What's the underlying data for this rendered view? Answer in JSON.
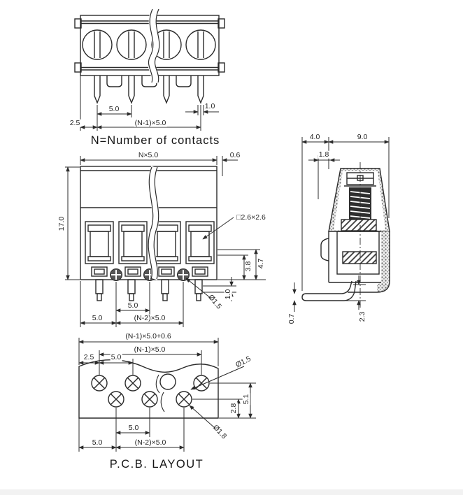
{
  "page": {
    "background": "#ffffff",
    "line_color": "#2b2b2b",
    "footer_bar_color": "#f2f2f2"
  },
  "top_view": {
    "caption": "N=Number of contacts",
    "dim_pin_pitch": "5.0",
    "dim_edge_to_first_pin": "2.5",
    "dim_pin_span": "(N-1)×5.0",
    "dim_pin_width": "1.0"
  },
  "front_view": {
    "dim_overall_width": "N×5.0",
    "dim_front_offset": "0.6",
    "dim_height": "17.0",
    "dim_wire_opening": "□2.6×2.6",
    "dim_opening_depth_inner": "3.8",
    "dim_opening_depth_outer": "4.7",
    "dim_leg_step": "1.0",
    "dim_solder_pin_dia": "Ø1.5",
    "dim_pin_pitch": "5.0",
    "dim_first_pin_offset": "5.0",
    "dim_pin_span": "(N-2)×5.0"
  },
  "side_view": {
    "dim_depth_front": "4.0",
    "dim_depth_body": "9.0",
    "dim_screw_offset": "1.8",
    "dim_pin_thickness": "0.7",
    "dim_pin_standoff": "2.3"
  },
  "pcb_layout": {
    "caption": "P.C.B. LAYOUT",
    "dim_overall_width": "(N-1)×5.0+0.6",
    "dim_hole_span": "(N-1)×5.0",
    "dim_edge_to_first_hole": "2.5",
    "dim_hole_pitch_top": "5.0",
    "dim_hole_dia_small": "Ø1.5",
    "dim_row_offset_outer": "5.1",
    "dim_row_offset_inner": "2.8",
    "dim_hole_pitch_bottom": "5.0",
    "dim_first_hole_offset": "5.0",
    "dim_hole_span_bottom": "(N-2)×5.0",
    "dim_hole_dia_large": "Ø1.8"
  }
}
